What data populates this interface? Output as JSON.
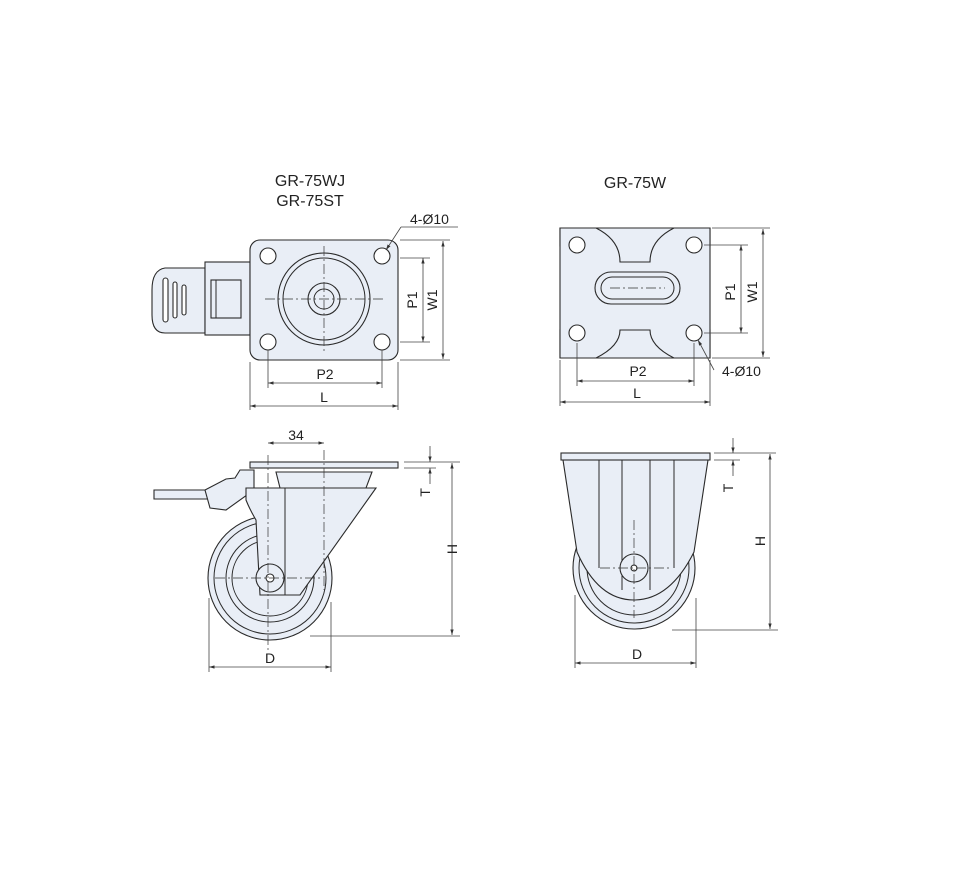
{
  "titles": {
    "left_line1": "GR-75WJ",
    "left_line2": "GR-75ST",
    "right": "GR-75W"
  },
  "dimensions": {
    "holes": "4-Ø10",
    "P1": "P1",
    "W1": "W1",
    "P2": "P2",
    "L": "L",
    "offset": "34",
    "T": "T",
    "H": "H",
    "D": "D"
  },
  "colors": {
    "fill": "#e9eef6",
    "line": "#2a2a2a"
  }
}
